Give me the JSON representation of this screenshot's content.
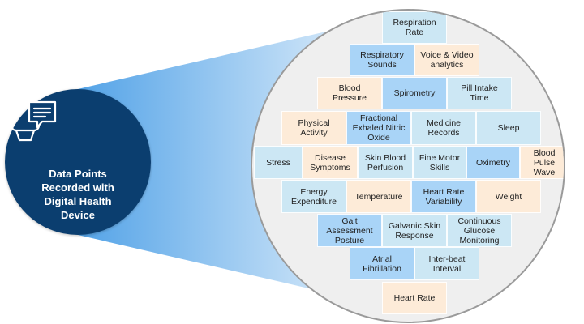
{
  "hub": {
    "label_lines": [
      "Data Points",
      "Recorded with",
      "Digital Health",
      "Device"
    ],
    "icon": "smartwatch-chat-icon"
  },
  "colors": {
    "hub": "#0b3e6f",
    "beam": "#4a9ee6",
    "circle_fill": "#efefef",
    "circle_border": "#9a9a9a",
    "cell_light_blue": "#cce7f4",
    "cell_mid_blue": "#a9d4f7",
    "cell_peach": "#fdebd8"
  },
  "cells": [
    {
      "id": "respiration-rate",
      "lines": [
        "Respiration",
        "Rate"
      ],
      "color": "light"
    },
    {
      "id": "respiratory-sounds",
      "lines": [
        "Respiratory",
        "Sounds"
      ],
      "color": "mid"
    },
    {
      "id": "voice-video-analytics",
      "lines": [
        "Voice & Video",
        "analytics"
      ],
      "color": "peach"
    },
    {
      "id": "blood-pressure",
      "lines": [
        "Blood",
        "Pressure"
      ],
      "color": "peach"
    },
    {
      "id": "spirometry",
      "lines": [
        "Spirometry"
      ],
      "color": "mid"
    },
    {
      "id": "pill-intake-time",
      "lines": [
        "Pill Intake",
        "Time"
      ],
      "color": "light"
    },
    {
      "id": "physical-activity",
      "lines": [
        "Physical",
        "Activity"
      ],
      "color": "peach"
    },
    {
      "id": "fractional-exhaled-nitric-oxide",
      "lines": [
        "Fractional",
        "Exhaled Nitric",
        "Oxide"
      ],
      "color": "mid"
    },
    {
      "id": "medicine-records",
      "lines": [
        "Medicine",
        "Records"
      ],
      "color": "light"
    },
    {
      "id": "sleep",
      "lines": [
        "Sleep"
      ],
      "color": "light"
    },
    {
      "id": "stress",
      "lines": [
        "Stress"
      ],
      "color": "light"
    },
    {
      "id": "disease-symptoms",
      "lines": [
        "Disease",
        "Symptoms"
      ],
      "color": "peach"
    },
    {
      "id": "skin-blood-perfusion",
      "lines": [
        "Skin Blood",
        "Perfusion"
      ],
      "color": "light"
    },
    {
      "id": "fine-motor-skills",
      "lines": [
        "Fine Motor",
        "Skills"
      ],
      "color": "light"
    },
    {
      "id": "oximetry",
      "lines": [
        "Oximetry"
      ],
      "color": "mid"
    },
    {
      "id": "blood-pulse-wave",
      "lines": [
        "Blood",
        "Pulse",
        "Wave"
      ],
      "color": "peach"
    },
    {
      "id": "energy-expenditure",
      "lines": [
        "Energy",
        "Expenditure"
      ],
      "color": "light"
    },
    {
      "id": "temperature",
      "lines": [
        "Temperature"
      ],
      "color": "peach"
    },
    {
      "id": "heart-rate-variability",
      "lines": [
        "Heart Rate",
        "Variability"
      ],
      "color": "mid"
    },
    {
      "id": "weight",
      "lines": [
        "Weight"
      ],
      "color": "peach"
    },
    {
      "id": "gait-assessment-posture",
      "lines": [
        "Gait",
        "Assessment",
        "Posture"
      ],
      "color": "mid"
    },
    {
      "id": "galvanic-skin-response",
      "lines": [
        "Galvanic Skin",
        "Response"
      ],
      "color": "light"
    },
    {
      "id": "continuous-glucose-monitoring",
      "lines": [
        "Continuous",
        "Glucose",
        "Monitoring"
      ],
      "color": "light"
    },
    {
      "id": "atrial-fibrillation",
      "lines": [
        "Atrial",
        "Fibrillation"
      ],
      "color": "mid"
    },
    {
      "id": "inter-beat-interval",
      "lines": [
        "Inter-beat",
        "Interval"
      ],
      "color": "light"
    },
    {
      "id": "heart-rate",
      "lines": [
        "Heart Rate"
      ],
      "color": "peach"
    }
  ]
}
